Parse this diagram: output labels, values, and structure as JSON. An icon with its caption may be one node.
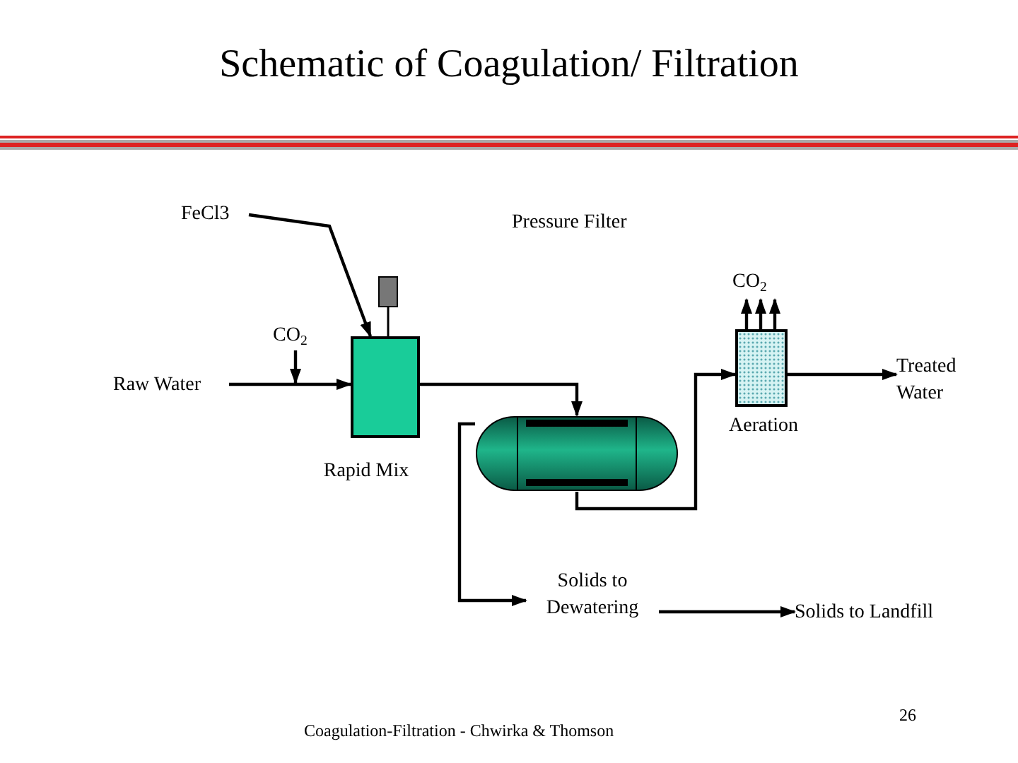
{
  "diagram": {
    "title": "Schematic of Coagulation/ Filtration",
    "nodes": [
      {
        "text": [
          "Raw Water"
        ]
      },
      {
        "text": [
          "CO$_{2}$"
        ]
      },
      {
        "text": [
          "FeCl3"
        ]
      },
      {
        "text": [],
        "shape": "box",
        "beside": [
          "Rapid Mix"
        ]
      },
      {
        "text": [],
        "shape": "cylinder"
      },
      {
        "text": [],
        "shape": "box",
        "beside": [
          "Aeration"
        ]
      },
      {
        "text": [
          "CO$_{2}$"
        ]
      },
      {
        "text": [
          "Treated Water"
        ]
      },
      {
        "text": [
          "Solids to Dewatering"
        ]
      },
      {
        "text": [
          "Solids to Landfill"
        ]
      }
    ],
    "edges": [
      {
        "from": 0,
        "to": 3,
        "arrow": "to"
      },
      {
        "from": 1,
        "to": null,
        "arrow": "to"
      },
      {
        "from": 2,
        "to": 3,
        "arrow": "to"
      },
      {
        "from": 3,
        "to": 4,
        "arrow": "to"
      },
      {
        "from": 4,
        "to": 5,
        "arrow": "to"
      },
      {
        "from": 4,
        "to": 8,
        "arrow": "to"
      },
      {
        "from": 5,
        "to": 6,
        "arrow": "to"
      },
      {
        "from": 5,
        "to": 6,
        "arrow": "to"
      },
      {
        "from": 5,
        "to": 6,
        "arrow": "to"
      },
      {
        "from": 5,
        "to": 7,
        "arrow": "to"
      },
      {
        "from": 8,
        "to": 9,
        "arrow": "to"
      }
    ],
    "labels": [
      "Pressure Filter",
      "Coagulation-Filtration - Chwirka & Thomson",
      "26"
    ]
  }
}
